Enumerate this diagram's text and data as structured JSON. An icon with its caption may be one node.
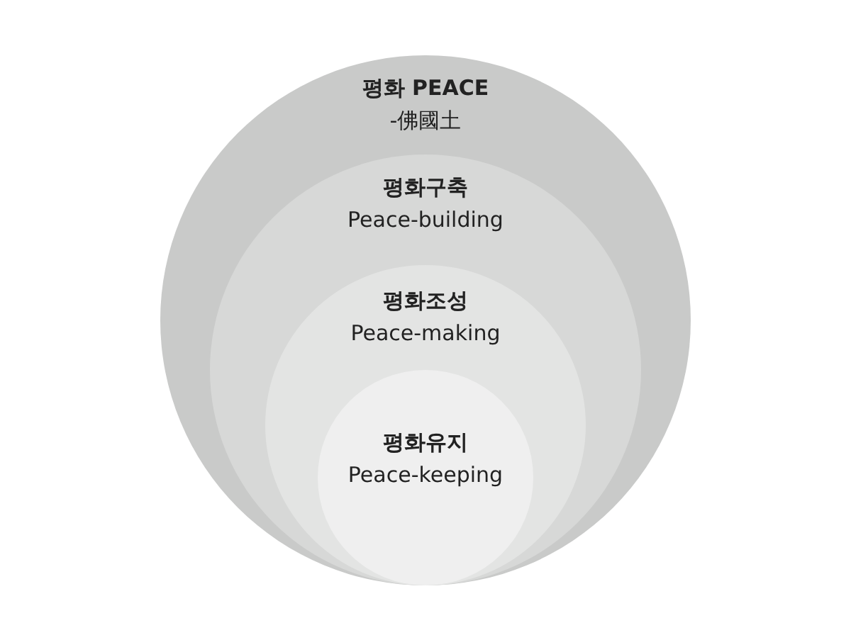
{
  "diagram": {
    "nodes": [
      {
        "text": [
          "평화 PEACE",
          "-佛國土"
        ]
      },
      {
        "text": [
          "평화구축",
          "Peace-building"
        ],
        "in": 0
      },
      {
        "text": [
          "평화조성",
          "Peace-making"
        ],
        "in": 1
      },
      {
        "text": [
          "평화유지",
          "Peace-keeping"
        ],
        "in": 2
      }
    ]
  }
}
